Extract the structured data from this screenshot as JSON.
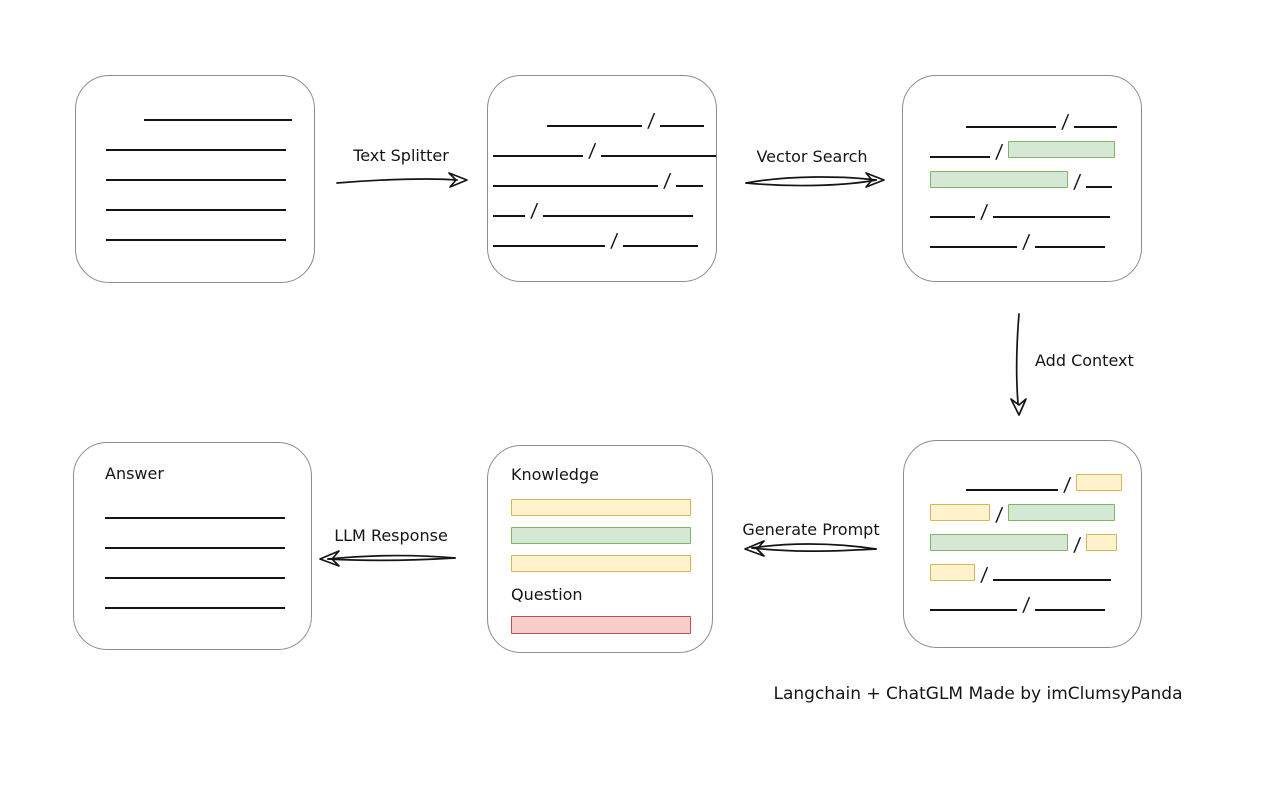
{
  "labels": {
    "text_splitter": "Text Splitter",
    "vector_search": "Vector Search",
    "add_context": "Add Context",
    "generate_prompt": "Generate Prompt",
    "llm_response": "LLM Response",
    "attribution": "Langchain + ChatGLM Made by imClumsyPanda"
  },
  "colors": {
    "ink": "#151515",
    "box_border": "#8c8c8c",
    "chunk_green_fill": "#d5e8d4",
    "chunk_green_border": "#82b366",
    "chunk_yellow_fill": "#fff2cc",
    "chunk_yellow_border": "#d6b656",
    "chunk_red_fill": "#f8cecc",
    "chunk_red_border": "#b85450"
  },
  "boxes": {
    "source_document": {
      "rows": [
        [
          {
            "t": "gap",
            "w": 32
          },
          {
            "t": "line",
            "w": 148
          }
        ],
        [
          {
            "t": "line",
            "w": 180
          }
        ],
        [
          {
            "t": "line",
            "w": 180
          }
        ],
        [
          {
            "t": "line",
            "w": 180
          }
        ],
        [
          {
            "t": "line",
            "w": 180
          }
        ]
      ]
    },
    "split_text": {
      "rows": [
        [
          {
            "t": "gap",
            "w": 48
          },
          {
            "t": "line",
            "w": 95
          },
          {
            "t": "slash"
          },
          {
            "t": "line",
            "w": 44
          }
        ],
        [
          {
            "t": "line",
            "w": 90
          },
          {
            "t": "slash"
          },
          {
            "t": "line",
            "w": 115
          }
        ],
        [
          {
            "t": "line",
            "w": 165
          },
          {
            "t": "slash"
          },
          {
            "t": "line",
            "w": 27
          }
        ],
        [
          {
            "t": "line",
            "w": 32
          },
          {
            "t": "slash"
          },
          {
            "t": "line",
            "w": 150
          }
        ],
        [
          {
            "t": "line",
            "w": 112
          },
          {
            "t": "slash"
          },
          {
            "t": "line",
            "w": 75
          }
        ]
      ]
    },
    "vector_search_result": {
      "rows": [
        [
          {
            "t": "gap",
            "w": 30
          },
          {
            "t": "line",
            "w": 90
          },
          {
            "t": "slash"
          },
          {
            "t": "line",
            "w": 43
          }
        ],
        [
          {
            "t": "line",
            "w": 60
          },
          {
            "t": "slash"
          },
          {
            "t": "green",
            "w": 107
          }
        ],
        [
          {
            "t": "green",
            "w": 138
          },
          {
            "t": "slash"
          },
          {
            "t": "line",
            "w": 26
          }
        ],
        [
          {
            "t": "line",
            "w": 45
          },
          {
            "t": "slash"
          },
          {
            "t": "line",
            "w": 117
          }
        ],
        [
          {
            "t": "line",
            "w": 87
          },
          {
            "t": "slash"
          },
          {
            "t": "line",
            "w": 70
          }
        ]
      ]
    },
    "context_added": {
      "rows": [
        [
          {
            "t": "gap",
            "w": 30
          },
          {
            "t": "line",
            "w": 92
          },
          {
            "t": "slash"
          },
          {
            "t": "yellow",
            "w": 46
          }
        ],
        [
          {
            "t": "yellow",
            "w": 60
          },
          {
            "t": "slash"
          },
          {
            "t": "green",
            "w": 107
          }
        ],
        [
          {
            "t": "green",
            "w": 138
          },
          {
            "t": "slash"
          },
          {
            "t": "yellow",
            "w": 31
          }
        ],
        [
          {
            "t": "yellow",
            "w": 45
          },
          {
            "t": "slash"
          },
          {
            "t": "line",
            "w": 118
          }
        ],
        [
          {
            "t": "line",
            "w": 87
          },
          {
            "t": "slash"
          },
          {
            "t": "line",
            "w": 70
          }
        ]
      ]
    },
    "prompt": {
      "knowledge_label": "Knowledge",
      "question_label": "Question",
      "knowledge_bars": [
        [
          {
            "t": "yellow",
            "w": 180
          }
        ],
        [
          {
            "t": "green",
            "w": 180
          }
        ],
        [
          {
            "t": "yellow",
            "w": 180
          }
        ]
      ],
      "question_bars": [
        [
          {
            "t": "red",
            "w": 180
          }
        ]
      ]
    },
    "answer": {
      "label": "Answer",
      "rows": [
        [
          {
            "t": "line",
            "w": 180
          }
        ],
        [
          {
            "t": "line",
            "w": 180
          }
        ],
        [
          {
            "t": "line",
            "w": 180
          }
        ],
        [
          {
            "t": "line",
            "w": 180
          }
        ]
      ]
    }
  }
}
